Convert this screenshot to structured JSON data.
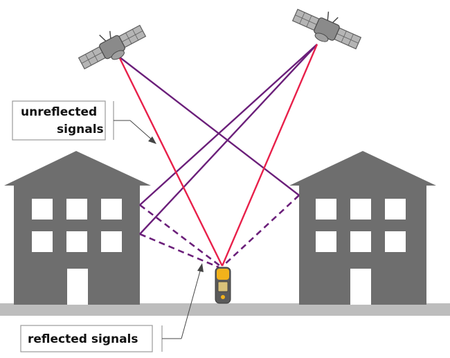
{
  "labels": {
    "unreflected_line1": "unreflected",
    "unreflected_line2": "signals",
    "reflected": "reflected signals"
  },
  "colors": {
    "direct_signal": "#e8204a",
    "reflected_signal": "#6b1f7a",
    "building": "#6e6e6e",
    "window": "#ffffff",
    "ground": "#bdbdbd",
    "satellite_body": "#8a8a8a",
    "satellite_panel": "#b5b5b5",
    "receiver_body": "#5a5a5a",
    "receiver_accent": "#f2b21b",
    "callout_border": "#9a9a9a"
  },
  "icons": {
    "satellite": "satellite-icon",
    "receiver": "gps-receiver-icon",
    "building": "building-icon"
  }
}
